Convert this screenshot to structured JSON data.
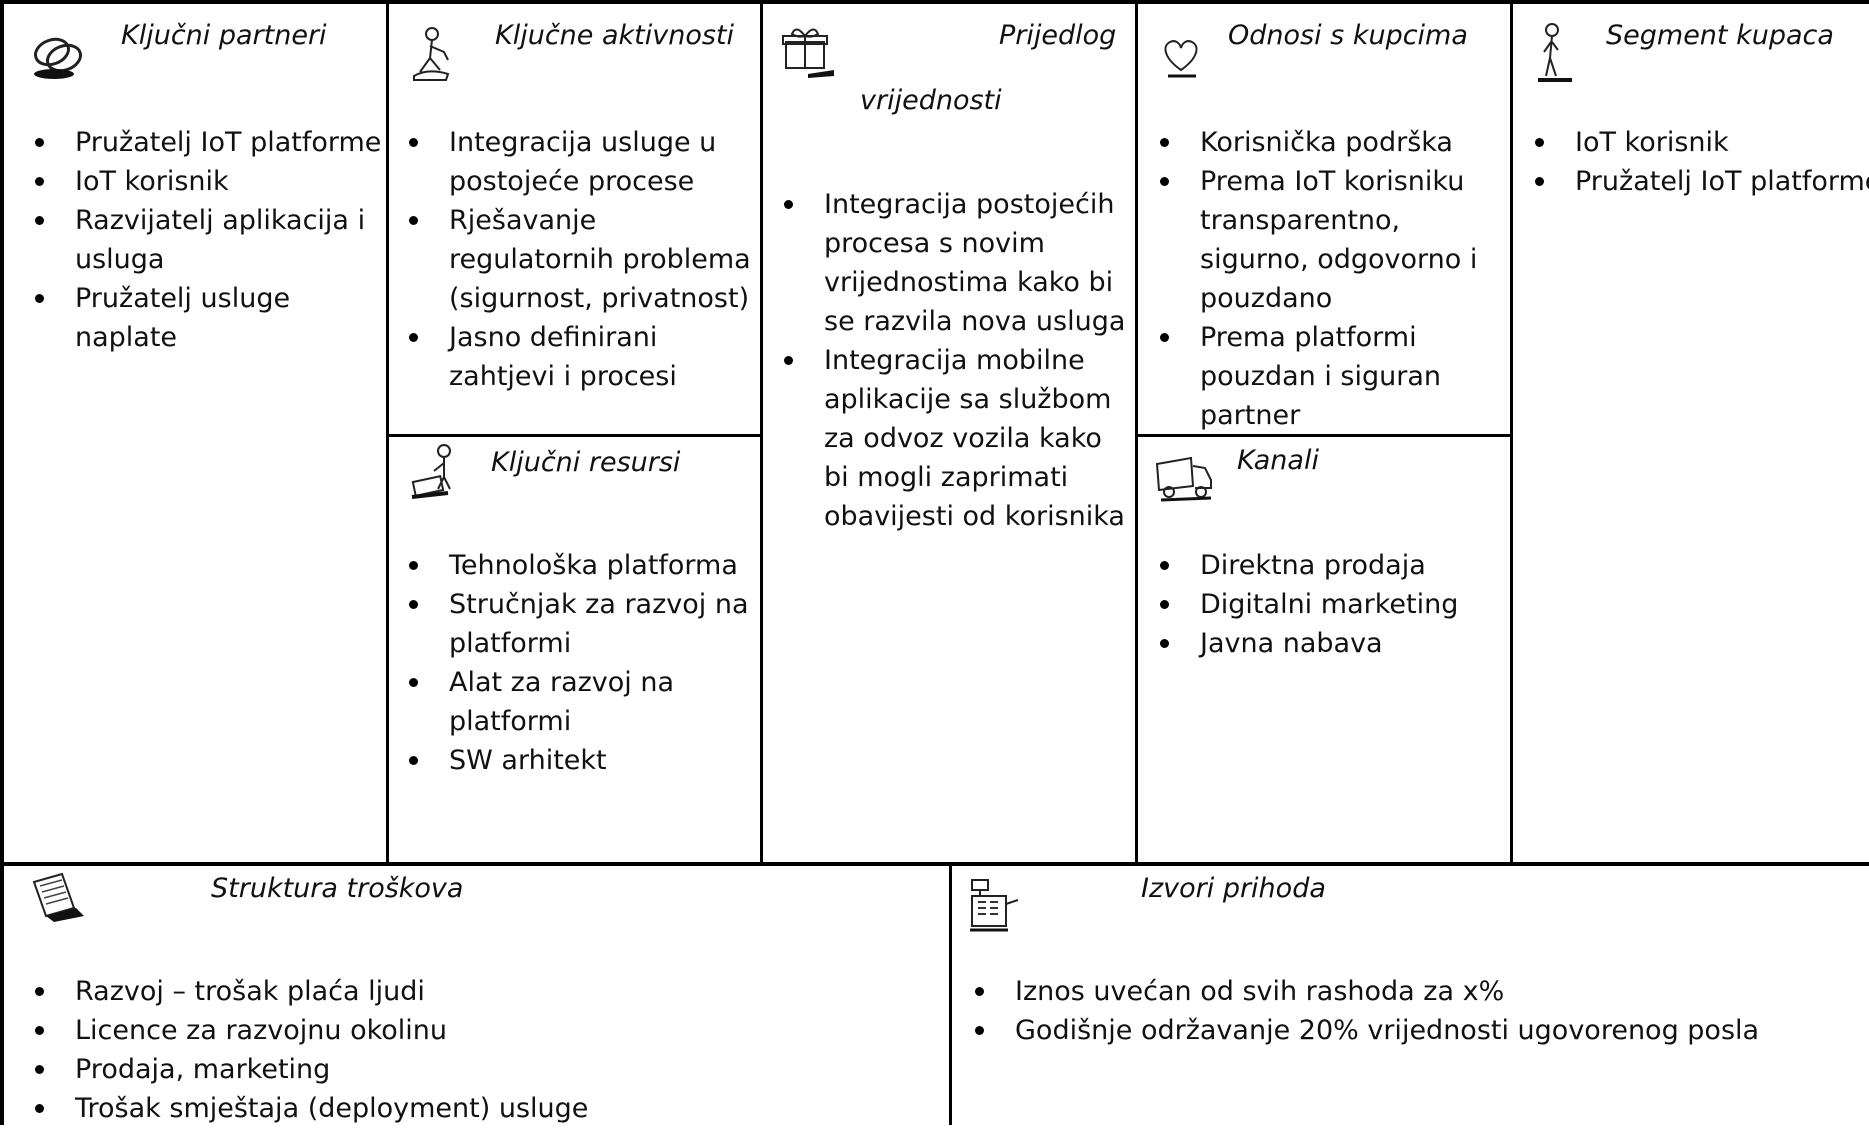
{
  "canvas": {
    "key_partners": {
      "title": "Ključni partneri",
      "icon": "chain-links-icon",
      "items": [
        "Pružatelj IoT platforme",
        "IoT korisnik",
        "Razvijatelj aplikacija i usluga",
        "Pružatelj usluge naplate"
      ]
    },
    "key_activities": {
      "title": "Ključne aktivnosti",
      "icon": "worker-icon",
      "items": [
        "Integracija usluge u postojeće procese",
        "Rješavanje regulatornih problema (sigurnost, privatnost)",
        "Jasno definirani zahtjevi i procesi"
      ]
    },
    "key_resources": {
      "title": "Ključni resursi",
      "icon": "worker-machine-icon",
      "items": [
        "Tehnološka platforma",
        "Stručnjak za razvoj na platformi",
        "Alat za razvoj na platformi",
        "SW arhitekt"
      ]
    },
    "value_proposition": {
      "title_line1": "Prijedlog",
      "title_line2": "vrijednosti",
      "icon": "gift-box-icon",
      "items": [
        "Integracija postojećih procesa s novim vrijednostima kako bi se razvila nova usluga",
        "Integracija mobilne aplikacije sa službom za odvoz vozila kako bi mogli zaprimati obavijesti od korisnika"
      ]
    },
    "customer_relationships": {
      "title": "Odnosi s kupcima",
      "icon": "heart-icon",
      "items": [
        "Korisnička podrška",
        "Prema IoT korisniku transparentno, sigurno, odgovorno i pouzdano",
        "Prema platformi pouzdan i siguran partner"
      ]
    },
    "channels": {
      "title": "Kanali",
      "icon": "truck-icon",
      "items": [
        "Direktna prodaja",
        "Digitalni marketing",
        "Javna nabava"
      ]
    },
    "customer_segments": {
      "title": "Segment kupaca",
      "icon": "person-icon",
      "items": [
        "IoT korisnik",
        "Pružatelj IoT platforme"
      ]
    },
    "cost_structure": {
      "title": "Struktura troškova",
      "icon": "documents-icon",
      "items": [
        "Razvoj – trošak plaća ljudi",
        "Licence za razvojnu okolinu",
        "Prodaja, marketing",
        "Trošak smještaja (deployment) usluge"
      ]
    },
    "revenue_streams": {
      "title": "Izvori prihoda",
      "icon": "cash-register-icon",
      "items": [
        "Iznos uvećan od svih rashoda za x%",
        "Godišnje održavanje 20% vrijednosti ugovorenog posla"
      ]
    }
  }
}
